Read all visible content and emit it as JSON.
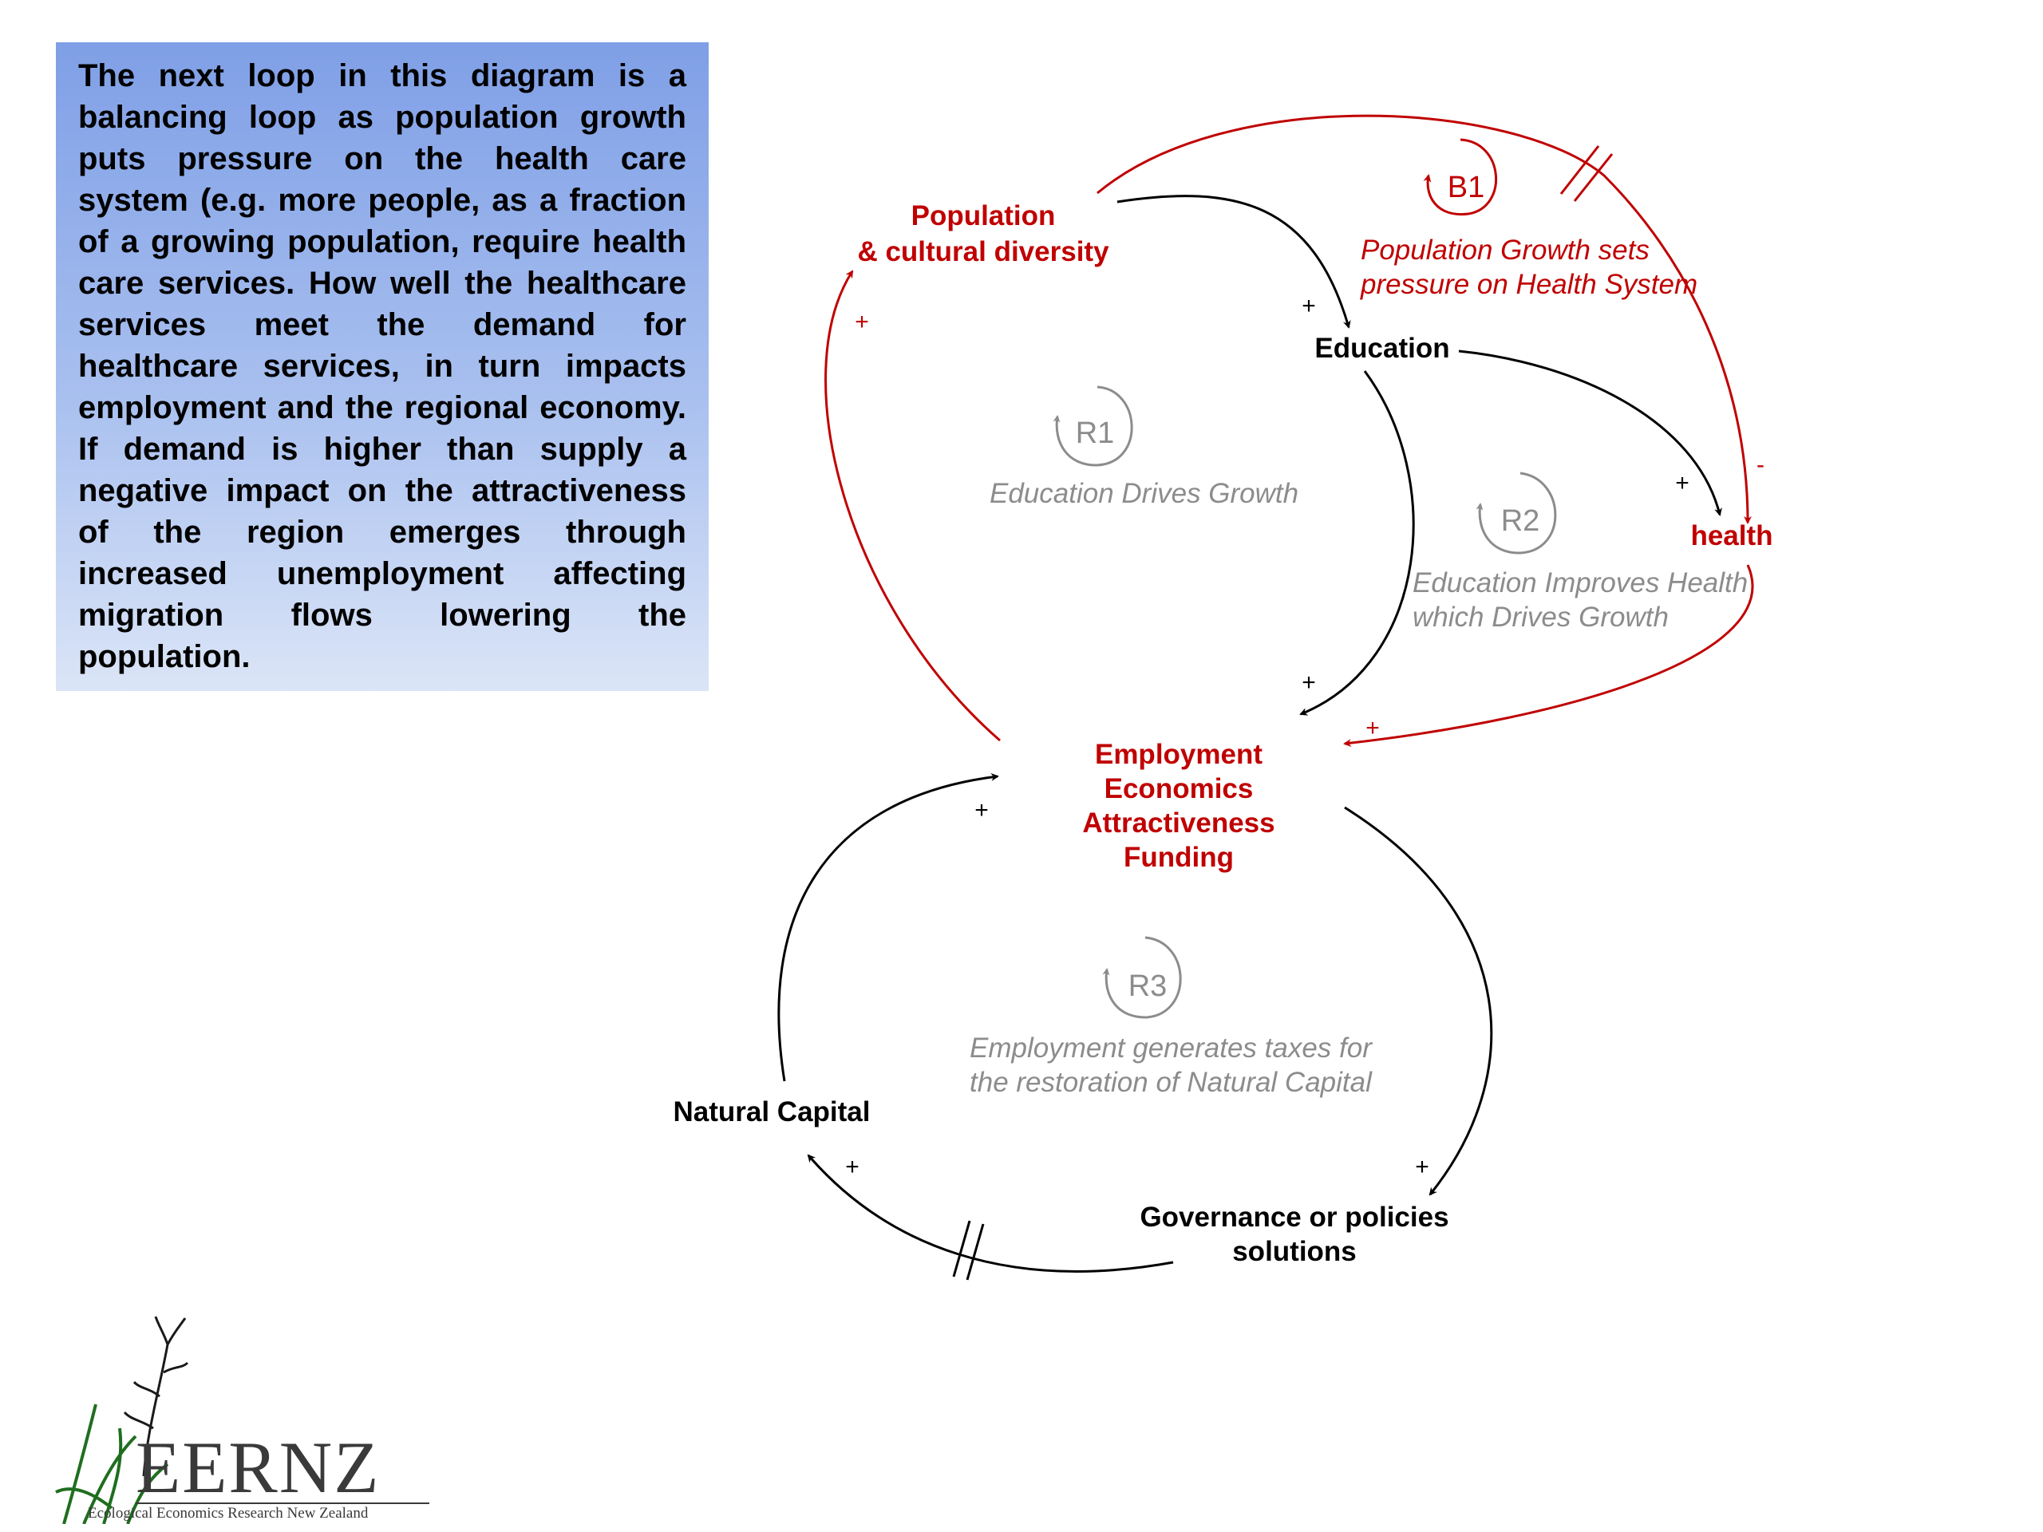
{
  "explanation": "The next loop in this diagram is a balancing loop as population growth puts pressure on the health care system (e.g. more people, as a fraction of a growing population, require health care services. How well the healthcare services meet the demand for healthcare services, in turn impacts employment and the regional economy.  If demand is higher than supply a negative impact on the attractiveness of the region emerges through increased unemployment affecting migration flows lowering the population.",
  "nodes": {
    "population_line1": "Population",
    "population_line2": "& cultural diversity",
    "education": "Education",
    "health": "health",
    "employment": [
      "Employment",
      "Economics",
      "Attractiveness",
      "Funding"
    ],
    "natural_capital": "Natural Capital",
    "governance_line1": "Governance or policies",
    "governance_line2": "solutions"
  },
  "loops": {
    "b1": {
      "id": "B1",
      "desc_line1": "Population Growth sets",
      "desc_line2": "pressure on Health System"
    },
    "r1": {
      "id": "R1",
      "desc": "Education Drives Growth"
    },
    "r2": {
      "id": "R2",
      "desc_line1": "Education  Improves Health",
      "desc_line2": "which Drives Growth"
    },
    "r3": {
      "id": "R3",
      "desc_line1": "Employment generates taxes for",
      "desc_line2": "the restoration of Natural Capital"
    }
  },
  "polarity": {
    "plus": "+",
    "minus": "-"
  },
  "logo": {
    "text": "EERNZ",
    "subtitle": "Ecological Economics Research New Zealand"
  },
  "colors": {
    "red": "#c00000",
    "black": "#000000",
    "grey": "#8c8c8c",
    "box_top": "#7f9fe6",
    "box_bottom": "#dbe5f7"
  }
}
